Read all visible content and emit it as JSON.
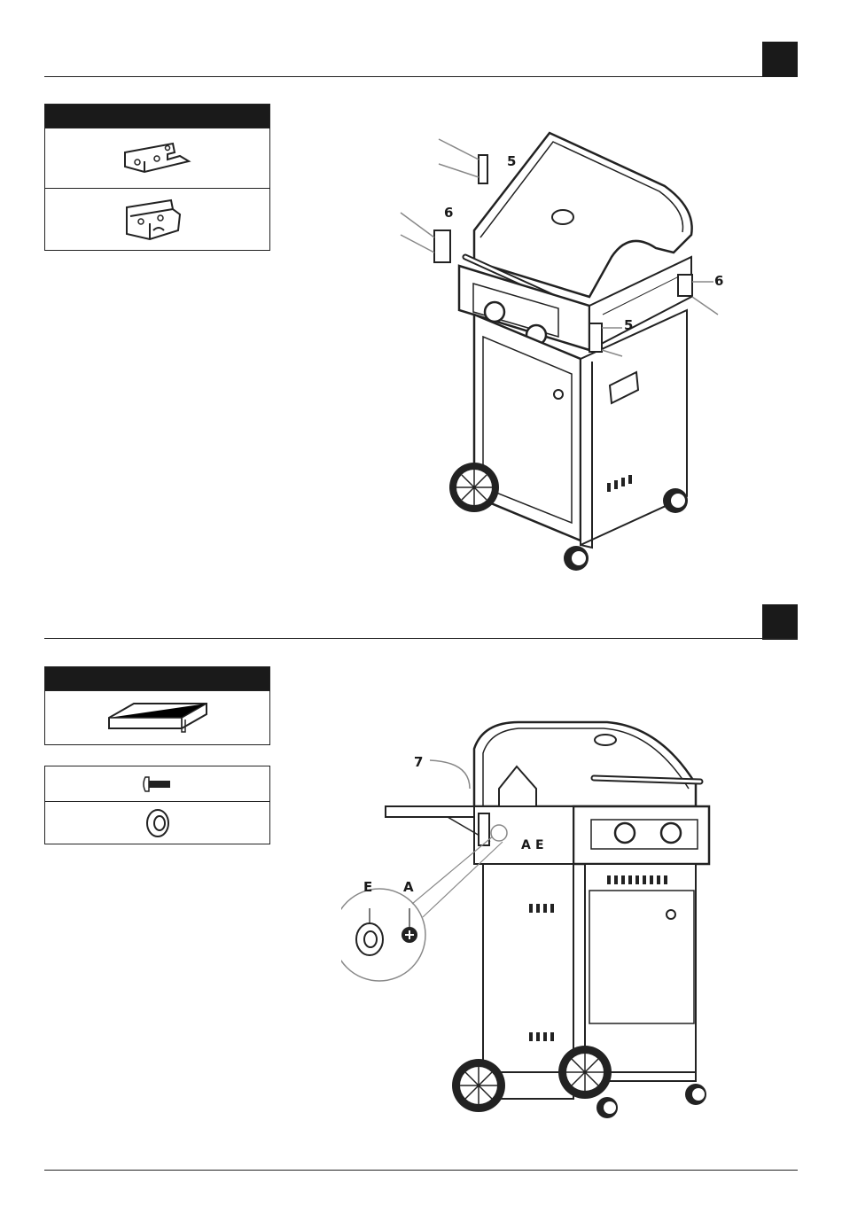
{
  "step1": {
    "parts": [
      {
        "icon": "hinge-bracket-icon"
      },
      {
        "icon": "hinge-bracket-alt-icon"
      }
    ],
    "callouts": {
      "bracket_front_top": "5",
      "bracket_front_left": "6",
      "bracket_side_right": "6",
      "bracket_side_lower": "5"
    }
  },
  "step2": {
    "parts": [
      {
        "icon": "side-shelf-icon"
      }
    ],
    "hardware": [
      {
        "icon": "bolt-icon"
      },
      {
        "icon": "washer-icon"
      }
    ],
    "callouts": {
      "shelf": "7",
      "bolt_label": "A",
      "washer_label": "E",
      "zoom_washer": "E",
      "zoom_bolt": "A",
      "panel_A": "A",
      "panel_E": "E"
    }
  }
}
